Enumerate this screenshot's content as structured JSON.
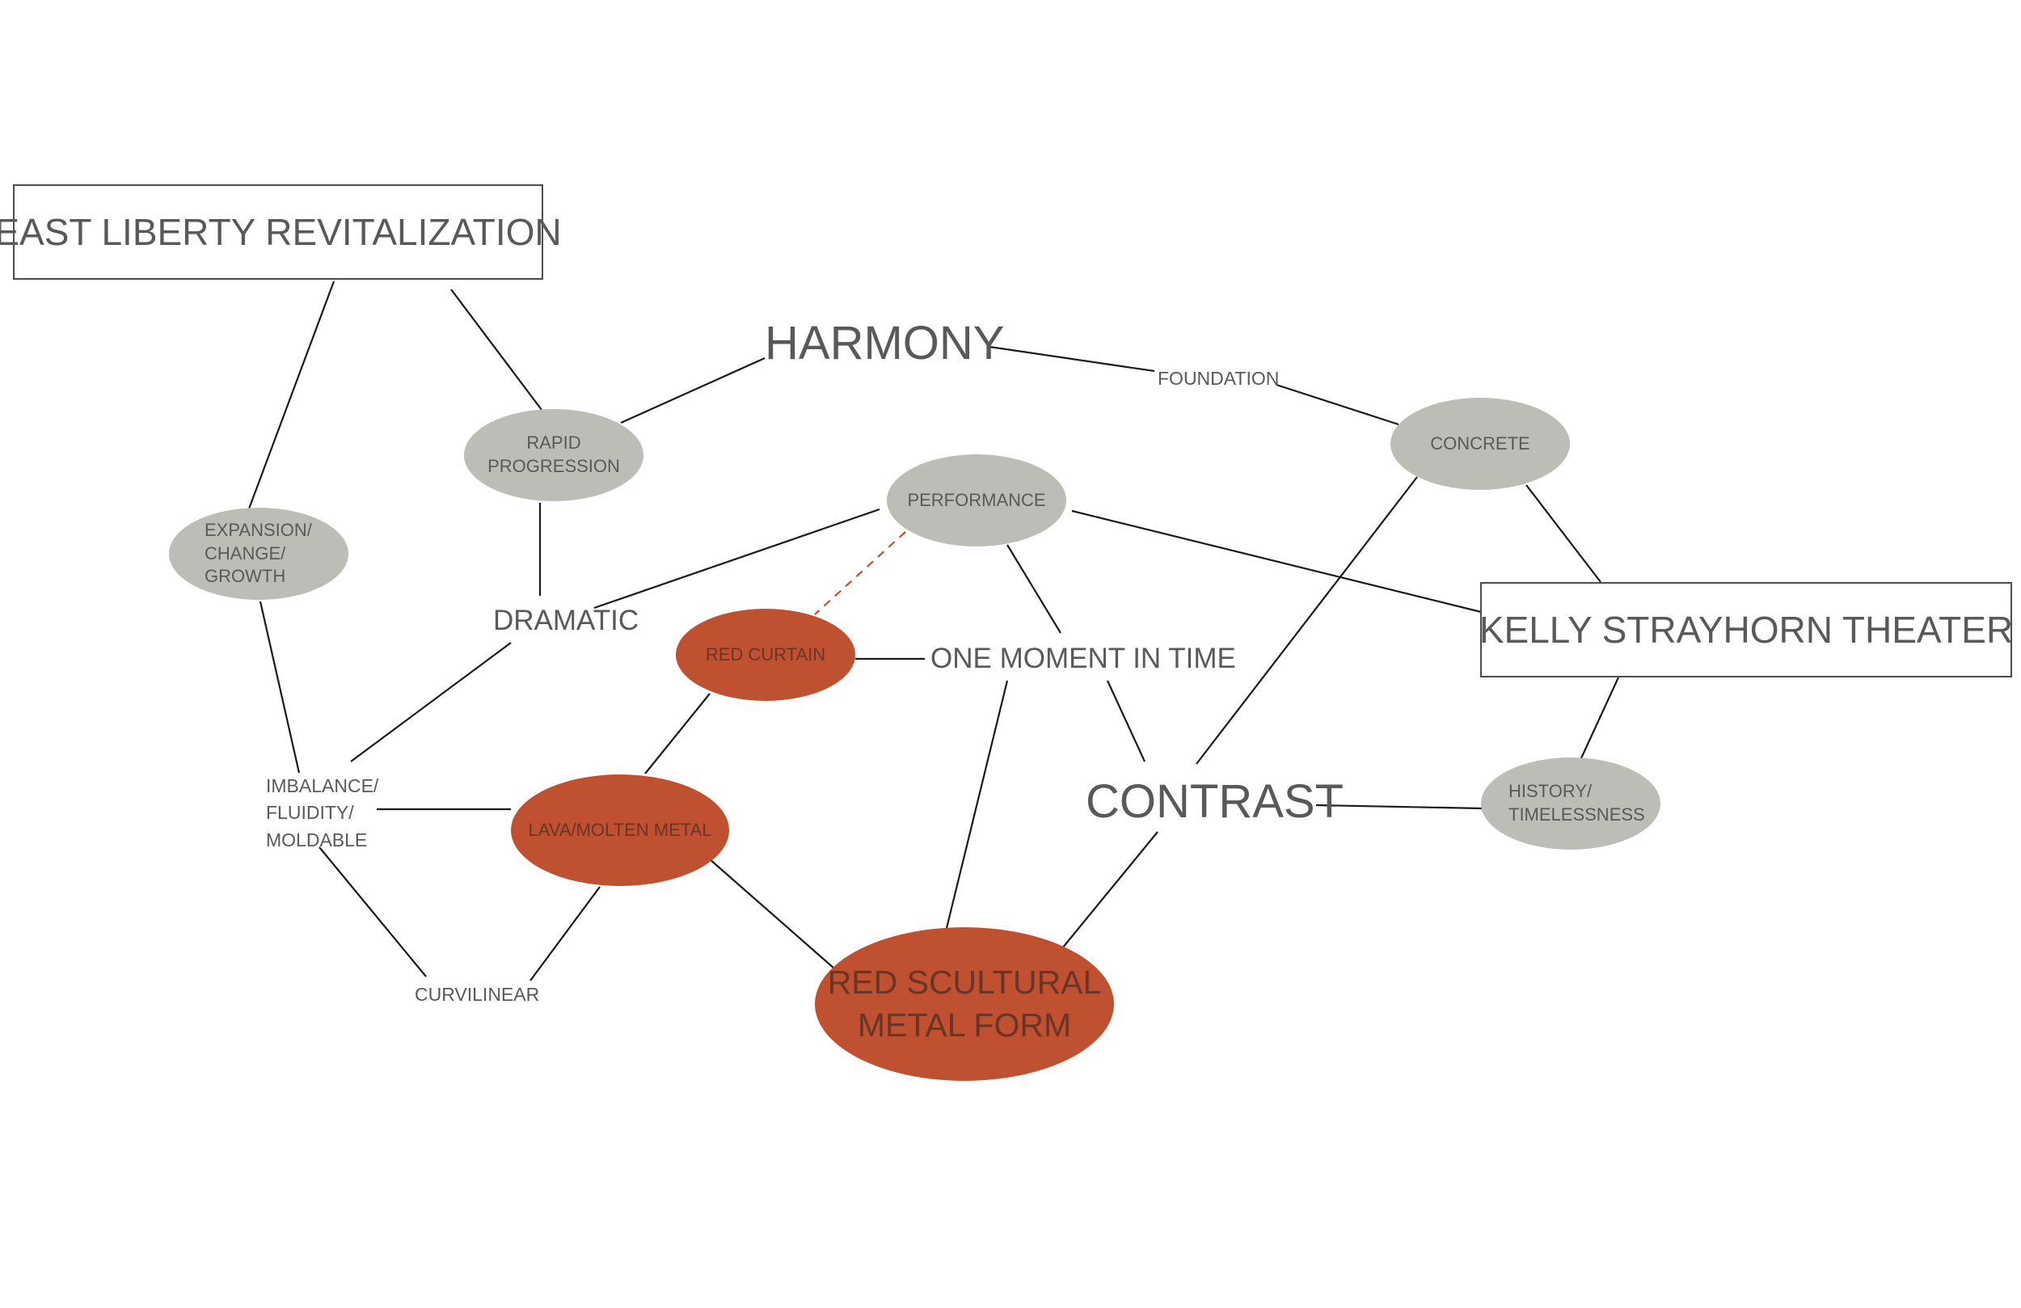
{
  "boxes": {
    "east_liberty": "EAST LIBERTY REVITALIZATION",
    "kelly_strayhorn": "KELLY STRAYHORN THEATER"
  },
  "concepts": {
    "harmony": "HARMONY",
    "foundation": "FOUNDATION",
    "dramatic": "DRAMATIC",
    "one_moment": "ONE MOMENT IN TIME",
    "contrast": "CONTRAST",
    "curvilinear": "CURVILINEAR",
    "imbalance": [
      "IMBALANCE/",
      "FLUIDITY/",
      "MOLDABLE"
    ]
  },
  "gray_nodes": {
    "rapid_progression": "RAPID PROGRESSION",
    "performance": "PERFORMANCE",
    "concrete": "CONCRETE",
    "expansion": [
      "EXPANSION/",
      "CHANGE/",
      "GROWTH"
    ],
    "history": [
      "HISTORY/",
      "TIMELESSNESS"
    ]
  },
  "red_nodes": {
    "red_curtain": "RED CURTAIN",
    "lava": "LAVA/MOLTEN METAL",
    "red_form": [
      "RED SCULTURAL",
      "METAL FORM"
    ]
  },
  "colors": {
    "gray_node": "#bdbdb8",
    "red_node": "#bf5130",
    "line": "#1a1a1a",
    "dashed_line": "#bf5130",
    "text": "#595959"
  }
}
